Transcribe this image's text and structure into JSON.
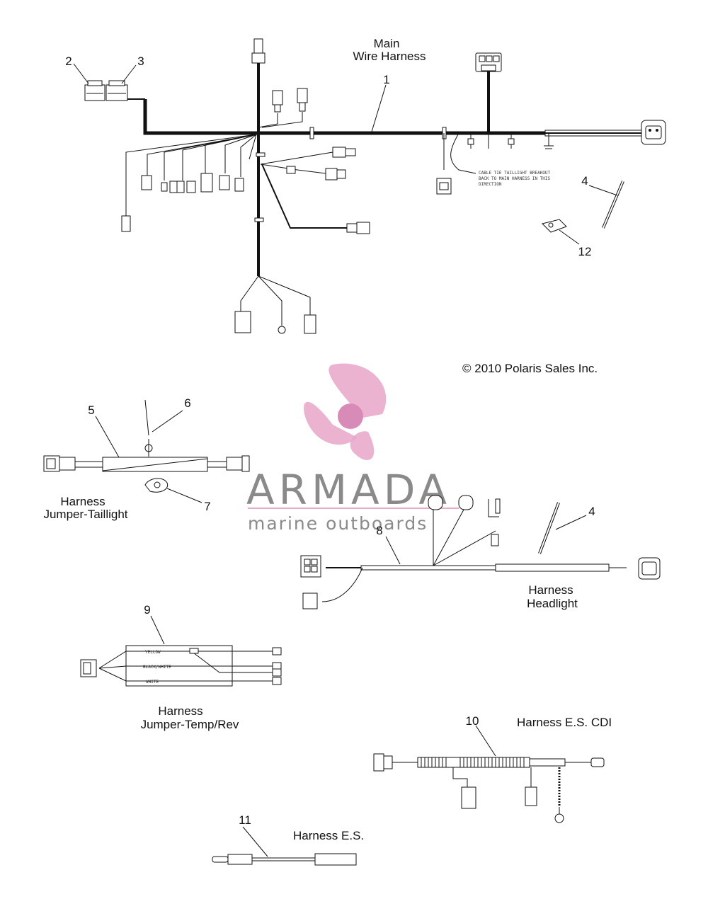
{
  "labels": {
    "main_title_line1": "Main",
    "main_title_line2": "Wire Harness",
    "copyright": "© 2010 Polaris Sales Inc.",
    "taillight_line1": "Harness",
    "taillight_line2": "Jumper-Taillight",
    "headlight_line1": "Harness",
    "headlight_line2": "Headlight",
    "temprev_line1": "Harness",
    "temprev_line2": "Jumper-Temp/Rev",
    "escdi": "Harness E.S. CDI",
    "es": "Harness E.S.",
    "cable_note_1": "CABLE TIE TAILLIGHT BREAKOUT",
    "cable_note_2": "BACK TO MAIN HARNESS IN THIS",
    "cable_note_3": "DIRECTION"
  },
  "callouts": {
    "c1": "1",
    "c2": "2",
    "c3": "3",
    "c4a": "4",
    "c4b": "4",
    "c5": "5",
    "c6": "6",
    "c7": "7",
    "c8": "8",
    "c9": "9",
    "c10": "10",
    "c11": "11",
    "c12": "12"
  },
  "wire_colors": {
    "yellow": "YELLOW",
    "black_white": "BLACK/WHITE",
    "white": "WHITE"
  },
  "watermark": {
    "brand": "ARMADA",
    "tagline": "marine outboards",
    "accent": "#e8a6c8",
    "accent_dark": "#d98bb8",
    "text_color": "#8a8a8a"
  }
}
